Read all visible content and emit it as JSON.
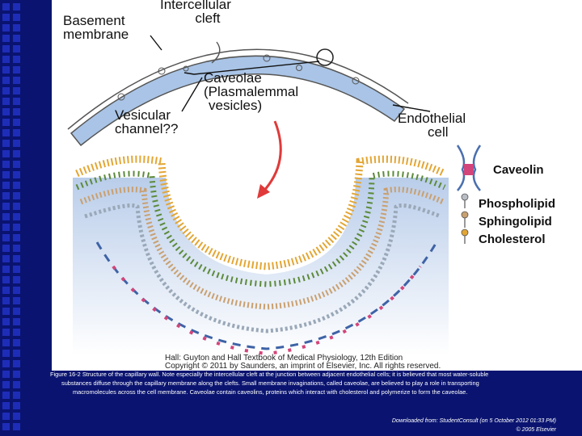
{
  "labels": {
    "intercellular_cleft": [
      "Intercellular",
      "cleft"
    ],
    "basement_membrane": [
      "Basement",
      "membrane"
    ],
    "caveolae": [
      "Caveolae",
      "(Plasmalemmal",
      "vesicles)"
    ],
    "vesicular_channel": [
      "Vesicular",
      "channel??"
    ],
    "endothelial_cell": [
      "Endothelial",
      "cell"
    ]
  },
  "legend": [
    "Caveolin",
    "Phospholipid",
    "Sphingolipid",
    "Cholesterol"
  ],
  "credit": [
    "Hall: Guyton and Hall Textbook of Medical Physiology, 12th Edition",
    "Copyright © 2011 by Saunders, an imprint of Elsevier, Inc. All rights reserved."
  ],
  "caption": [
    "Figure 16-2 Structure of the capillary wall. Note especially the intercellular cleft at the junction between adjacent endothelial cells; it is believed that most water-soluble",
    "substances diffuse through the capillary membrane along the clefts. Small membrane invaginations, called caveolae, are believed to play a role in transporting",
    "macromolecules across the cell membrane. Caveolae contain caveolins, proteins which interact with cholesterol and polymerize to form the caveolae."
  ],
  "download": [
    "Downloaded from: StudentConsult (on 5 October 2012 01:33 PM)",
    "© 2005 Elsevier"
  ],
  "colors": {
    "background": "#0a1470",
    "bullet": "#1e2db8",
    "membrane": "#a9c4e6",
    "phospholipid": "#b9bdc4",
    "sphingolipid": "#4a7a3a",
    "cholesterol": "#e3a634",
    "caveolin": "#4a6fb0",
    "arrow": "#e03a3a"
  }
}
